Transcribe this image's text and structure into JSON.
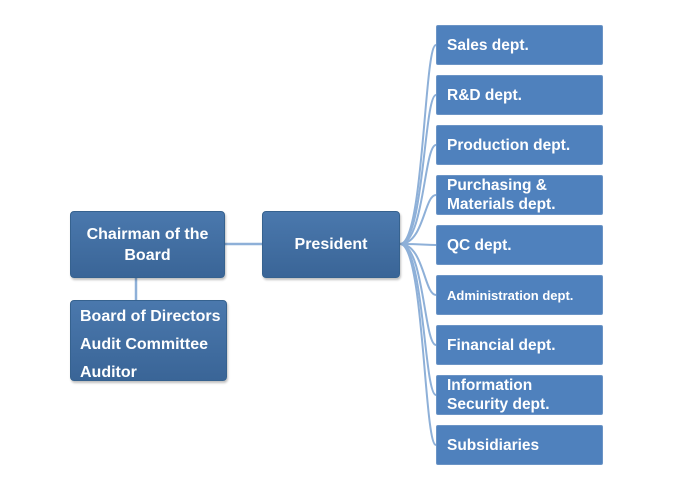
{
  "chairman": {
    "label": "Chairman of the\nBoard"
  },
  "president": {
    "label": "President"
  },
  "board_list": [
    "Board of Directors",
    "Audit Committee",
    "Auditor"
  ],
  "departments": [
    "Sales dept.",
    "R&D dept.",
    "Production dept.",
    "Purchasing &\nMaterials dept.",
    "QC dept.",
    "Administration dept.",
    "Financial dept.",
    "Information\nSecurity dept.",
    "Subsidiaries"
  ],
  "colors": {
    "box_dark": "#3f6ea3",
    "box_dept": "#4f81bd",
    "connector": "#8eb0d8"
  }
}
